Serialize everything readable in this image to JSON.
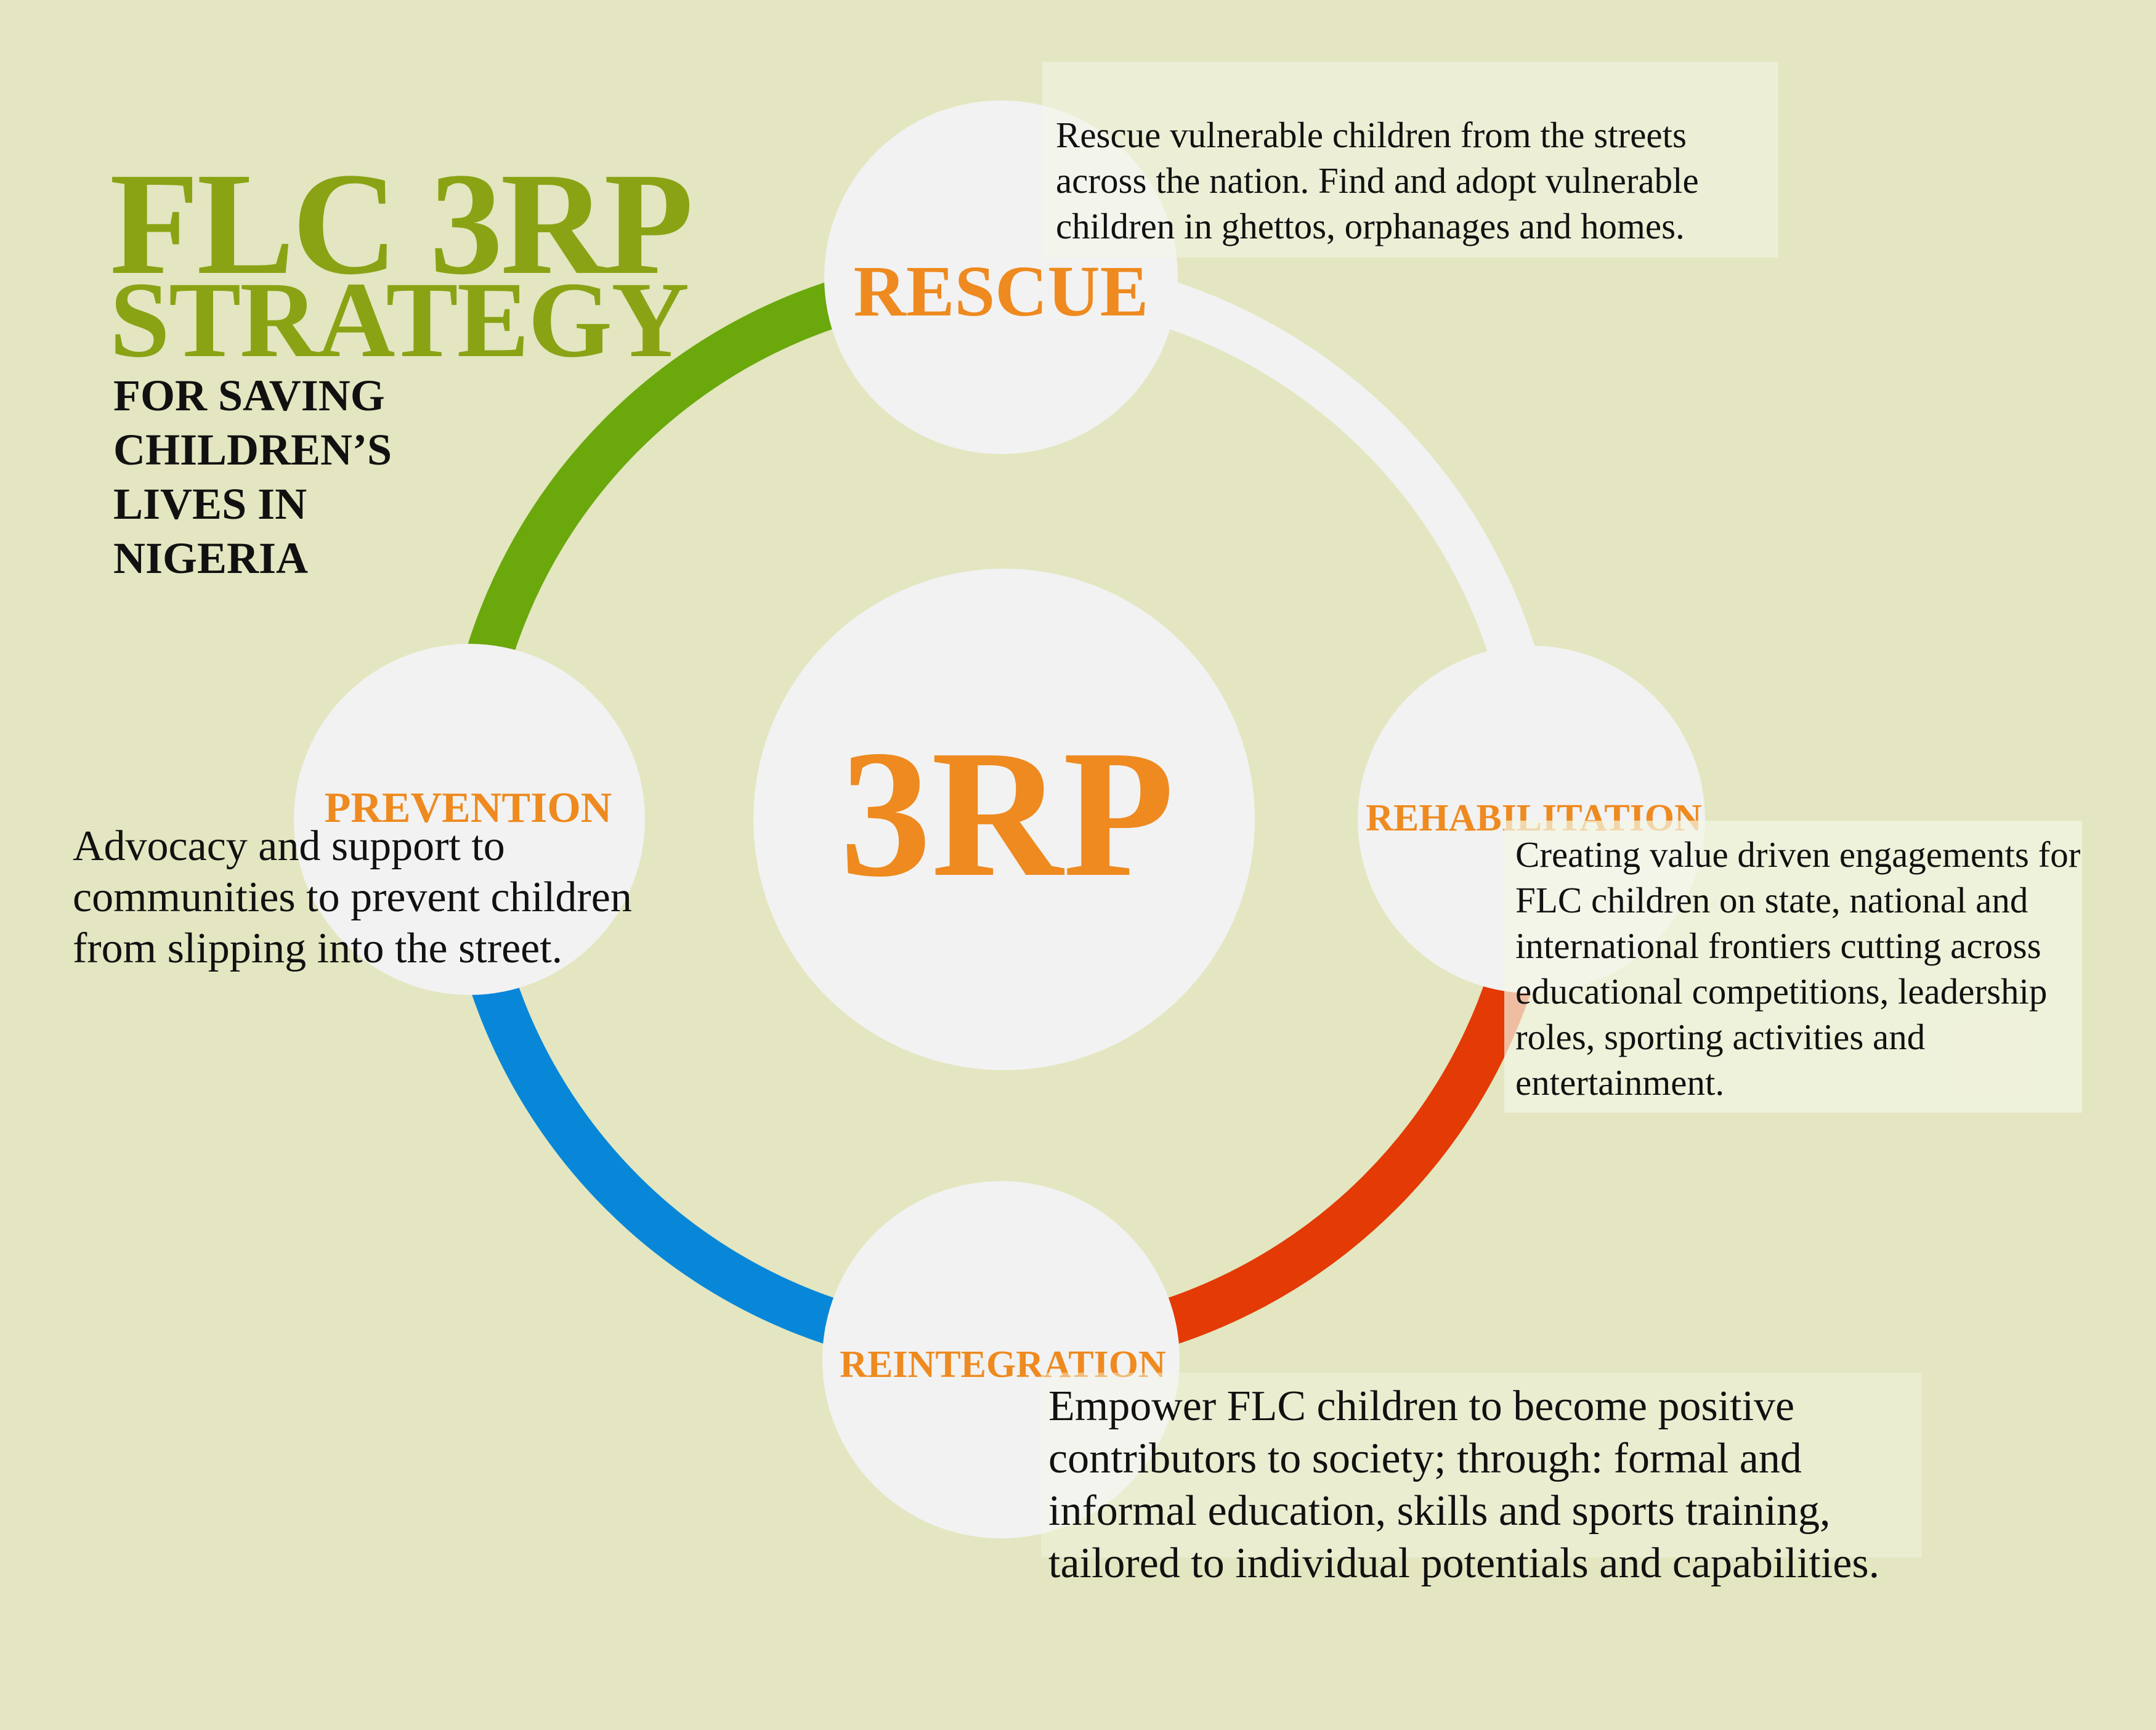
{
  "title": {
    "main": "FLC 3RP",
    "sub": "STRATEGY",
    "tagline": "FOR SAVING CHILDREN’S LIVES IN NIGERIA"
  },
  "center": {
    "label": "3RP"
  },
  "stages": {
    "rescue": {
      "label": "RESCUE",
      "description": "Rescue vulnerable children from the streets across the nation. Find  and adopt vulnerable children in ghettos,  orphanages and homes.",
      "color": "#f2f2f2"
    },
    "rehabilitation": {
      "label": "REHABILITATION",
      "description": "Creating value driven engagements for FLC children on state, national and international frontiers cutting across educational competitions, leadership roles, sporting activities and entertainment.",
      "color": "#e33a06"
    },
    "reintegration": {
      "label": "REINTEGRATION",
      "description": "Empower FLC children to become positive contributors to society; through: formal and informal education, skills and sports training, tailored to individual potentials and capabilities.",
      "color": "#0887d9"
    },
    "prevention": {
      "label": "PREVENTION",
      "description": "Advocacy and support to communities to prevent children from slipping into the street.",
      "color": "#6aa80c"
    }
  },
  "colors": {
    "background": "#e3e6c0",
    "title": "#8aa315",
    "label": "#ee8a1f",
    "node": "#f2f2f2"
  }
}
